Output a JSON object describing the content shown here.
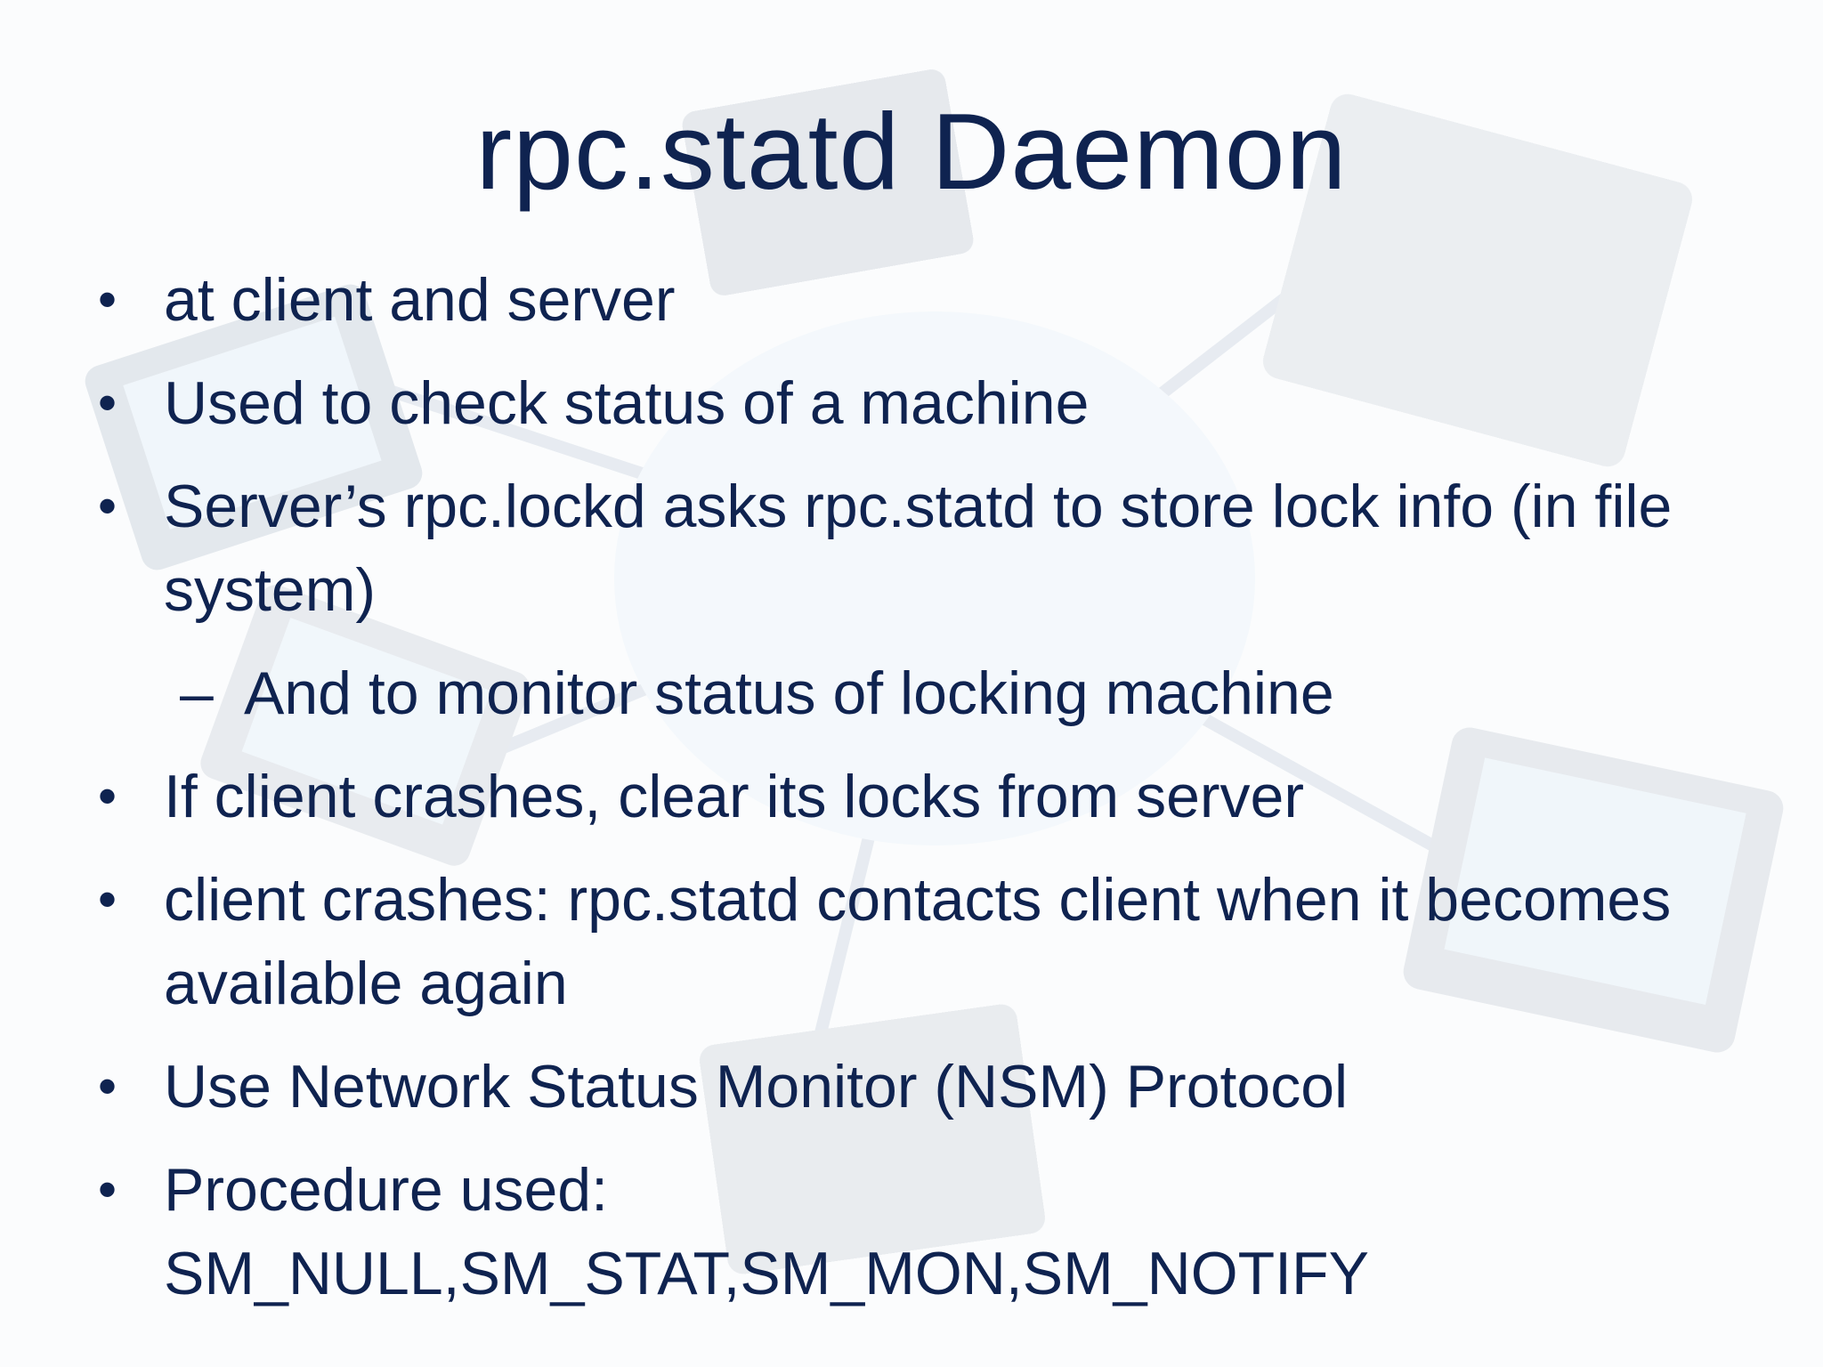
{
  "slide": {
    "title": "rpc.statd Daemon",
    "bullets": [
      {
        "text": "at client and server"
      },
      {
        "text": "Used to check status of a machine"
      },
      {
        "text": "Server’s rpc.lockd asks rpc.statd to store lock info (in file system)"
      },
      {
        "sub": true,
        "text": "And to monitor status of locking machine"
      },
      {
        "text": "If client crashes, clear its locks from server"
      },
      {
        "text": "client crashes: rpc.statd contacts client when it becomes available again"
      },
      {
        "text": "Use Network Status Monitor (NSM) Protocol"
      },
      {
        "text": "Procedure used: SM_NULL,SM_STAT,SM_MON,SM_NOTIFY"
      }
    ],
    "bullet_glyph": "•",
    "sub_glyph": "–"
  },
  "colors": {
    "text": "#0f2350",
    "background": "#fbfcfd"
  },
  "background_icon": "faded-network-diagram"
}
